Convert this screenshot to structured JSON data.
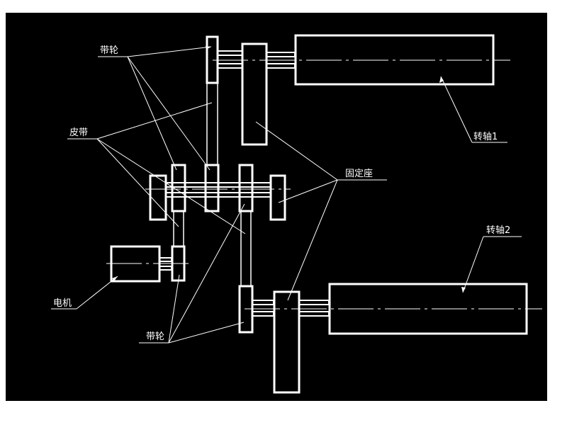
{
  "diagram": {
    "background": "#000000",
    "stroke_color": "#ffffff",
    "labels": {
      "pulley_top": "带轮",
      "belt": "皮带",
      "shaft1": "转轴1",
      "fixed_seat": "固定座",
      "shaft2": "转轴2",
      "motor": "电机",
      "pulley_bottom": "带轮"
    }
  }
}
